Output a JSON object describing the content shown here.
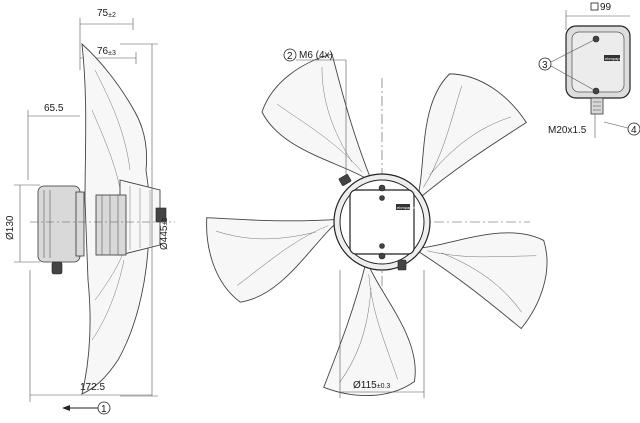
{
  "side_view": {
    "dim_75": "75",
    "dim_75_tol": "±2",
    "dim_76": "76",
    "dim_76_tol": "±3",
    "dim_65_5": "65.5",
    "dim_130": "Ø130",
    "dim_445": "Ø445",
    "dim_445_tol": "±2",
    "dim_172_5": "172.5",
    "callout_1": "1"
  },
  "front_view": {
    "callout_2": "2",
    "label_m6": "M6 (4x)",
    "dim_115": "Ø115",
    "dim_115_tol": "±0.3",
    "brand_text": "ebmpapst"
  },
  "terminal_box": {
    "dim_99": "99",
    "callout_3": "3",
    "callout_4": "4",
    "label_m20": "M20x1.5",
    "brand_text": "ebmpapst"
  }
}
